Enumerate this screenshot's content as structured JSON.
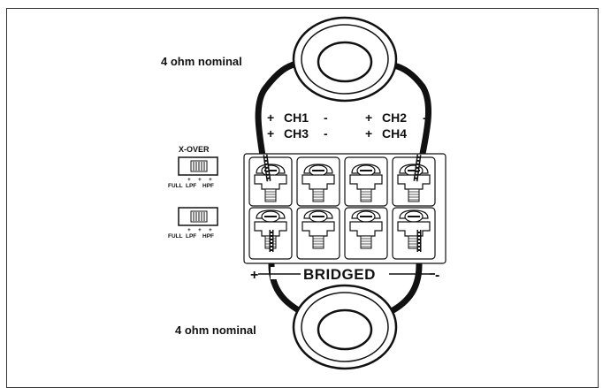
{
  "speaker_top": {
    "label": "4 ohm nominal",
    "icon": "speaker-icon"
  },
  "speaker_bottom": {
    "label": "4 ohm nominal",
    "icon": "speaker-icon"
  },
  "channels": {
    "ch1_plus": "+",
    "ch1_label": "CH1",
    "ch1_minus": "-",
    "ch3_plus": "+",
    "ch3_label": "CH3",
    "ch3_minus": "-",
    "ch2_plus": "+",
    "ch2_label": "CH2",
    "ch2_minus": "-",
    "ch4_plus": "+",
    "ch4_label": "CH4",
    "ch4_minus": "-"
  },
  "crossover": {
    "title": "X-OVER",
    "switch_1": {
      "options": [
        "FULL",
        "LPF",
        "HPF"
      ],
      "marks": [
        "+",
        "+",
        "+"
      ]
    },
    "switch_2": {
      "options": [
        "FULL",
        "LPF",
        "HPF"
      ],
      "marks": [
        "+",
        "+",
        "+"
      ]
    }
  },
  "bridged": {
    "label": "BRIDGED",
    "plus": "+",
    "minus": "-"
  },
  "colors": {
    "line": "#111111",
    "terminal_fill": "#ffffff",
    "wire": "#111111"
  }
}
